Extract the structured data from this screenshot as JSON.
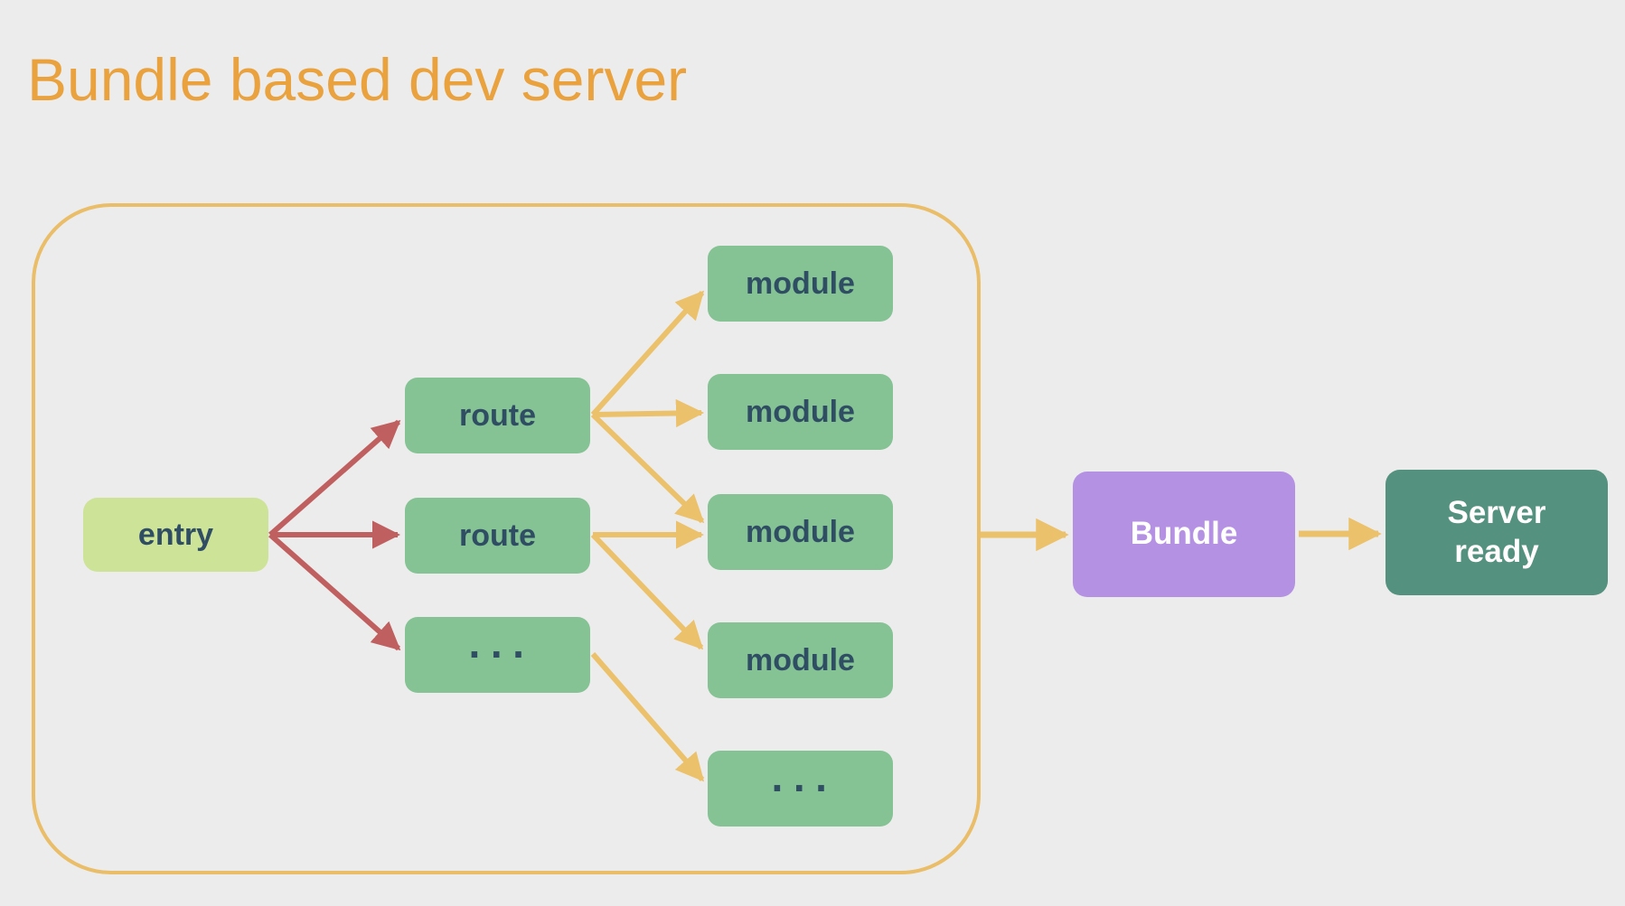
{
  "title": "Bundle based dev server",
  "colors": {
    "background": "#ececec",
    "title": "#e9a23e",
    "container_border": "#eabd68",
    "arrow_yellow": "#ecc16b",
    "arrow_red": "#c05f5f",
    "node_green": "#85c294",
    "node_lime": "#cde398",
    "node_purple": "#b591e4",
    "node_teal": "#55917f",
    "ink": "#2f4d63",
    "light_text": "#ffffff"
  },
  "nodes": {
    "entry": {
      "label": "entry",
      "kind": "entry"
    },
    "route1": {
      "label": "route",
      "kind": "route"
    },
    "route2": {
      "label": "route",
      "kind": "route"
    },
    "route3": {
      "label": "···",
      "kind": "route-ellipsis"
    },
    "module1": {
      "label": "module",
      "kind": "module"
    },
    "module2": {
      "label": "module",
      "kind": "module"
    },
    "module3": {
      "label": "module",
      "kind": "module"
    },
    "module4": {
      "label": "module",
      "kind": "module"
    },
    "module5": {
      "label": "···",
      "kind": "module-ellipsis"
    },
    "bundle": {
      "label": "Bundle",
      "kind": "bundler"
    },
    "server": {
      "label": "Server\nready",
      "kind": "result"
    }
  },
  "edges": [
    {
      "from": "entry",
      "to": "route1",
      "color": "red"
    },
    {
      "from": "entry",
      "to": "route2",
      "color": "red"
    },
    {
      "from": "entry",
      "to": "route3",
      "color": "red"
    },
    {
      "from": "route1",
      "to": "module1",
      "color": "yellow"
    },
    {
      "from": "route1",
      "to": "module2",
      "color": "yellow"
    },
    {
      "from": "route1",
      "to": "module3",
      "color": "yellow"
    },
    {
      "from": "route2",
      "to": "module3",
      "color": "yellow"
    },
    {
      "from": "route2",
      "to": "module4",
      "color": "yellow"
    },
    {
      "from": "route3",
      "to": "module5",
      "color": "yellow"
    },
    {
      "from": "container",
      "to": "bundle",
      "color": "yellow"
    },
    {
      "from": "bundle",
      "to": "server",
      "color": "yellow"
    }
  ]
}
